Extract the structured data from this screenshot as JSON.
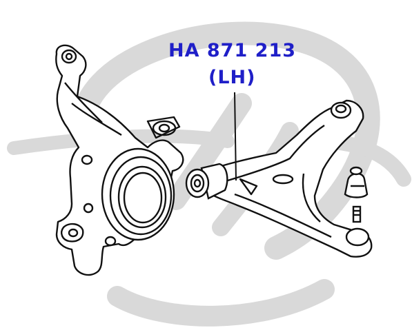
{
  "callout": {
    "part_number": "HA 871 213",
    "side": "(LH)"
  },
  "colors": {
    "label": "#1f1fc8",
    "line": "#111111",
    "watermark": "#d9d9d9"
  },
  "watermark": {
    "icon": "brand-logo-watermark"
  }
}
